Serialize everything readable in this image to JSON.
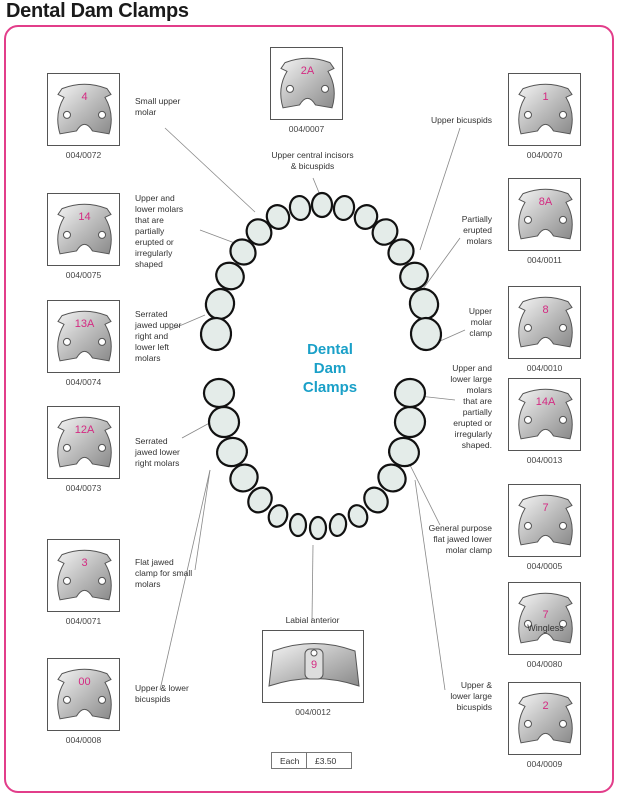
{
  "page": {
    "title": "Dental Dam Clamps",
    "center_title_line1": "Dental",
    "center_title_line2": "Dam",
    "center_title_line3": "Clamps"
  },
  "price": {
    "label": "Each",
    "value": "£3.50"
  },
  "clamps": {
    "c4": {
      "number": "4",
      "code": "004/0072",
      "label": [
        "Small upper",
        "molar"
      ]
    },
    "c14": {
      "number": "14",
      "code": "004/0075",
      "label": [
        "Upper and",
        "lower molars",
        "that are",
        "partially",
        "erupted or",
        "irregularly",
        "shaped"
      ]
    },
    "c13A": {
      "number": "13A",
      "code": "004/0074",
      "label": [
        "Serrated",
        "jawed upper",
        "right and",
        "lower left",
        "molars"
      ]
    },
    "c12A": {
      "number": "12A",
      "code": "004/0073",
      "label": [
        "Serrated",
        "jawed lower",
        "right molars"
      ]
    },
    "c3": {
      "number": "3",
      "code": "004/0071",
      "label": [
        "Flat jawed",
        "clamp for small",
        "molars"
      ]
    },
    "c00": {
      "number": "00",
      "code": "004/0008",
      "label": [
        "Upper & lower",
        "bicuspids"
      ]
    },
    "c2A": {
      "number": "2A",
      "code": "004/0007",
      "label": [
        "Upper central incisors",
        "& bicuspids"
      ]
    },
    "c9": {
      "number": "9",
      "code": "004/0012",
      "label": [
        "Labial anterior"
      ]
    },
    "c1": {
      "number": "1",
      "code": "004/0070",
      "label": [
        "Upper bicuspids"
      ]
    },
    "c8A": {
      "number": "8A",
      "code": "004/0011",
      "label": [
        "Partially",
        "erupted",
        "molars"
      ]
    },
    "c8": {
      "number": "8",
      "code": "004/0010",
      "label": [
        "Upper",
        "molar",
        "clamp"
      ]
    },
    "c14A": {
      "number": "14A",
      "code": "004/0013",
      "label": [
        "Upper and",
        "lower large",
        "molars",
        "that are",
        "partially",
        "erupted or",
        "irregularly",
        "shaped."
      ]
    },
    "c7": {
      "number": "7",
      "code": "004/0005",
      "label": [
        "General purpose",
        "flat jawed lower",
        "molar clamp"
      ]
    },
    "c7w": {
      "number": "7",
      "sub": "Wingless",
      "code": "004/0080",
      "label": []
    },
    "c2": {
      "number": "2",
      "code": "004/0009",
      "label": [
        "Upper &",
        "lower large",
        "bicuspids"
      ]
    }
  },
  "colors": {
    "frame": "#e23d8a",
    "number": "#d42a82",
    "center_title": "#1aa0c8",
    "tooth_fill": "#e4ece9"
  }
}
